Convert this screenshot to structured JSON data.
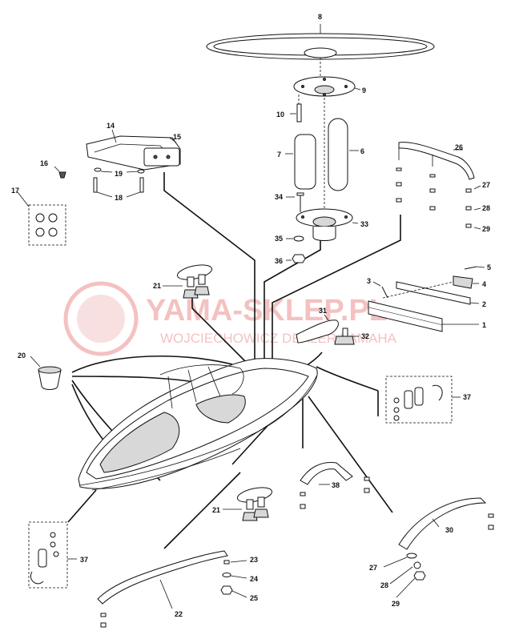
{
  "watermark": {
    "line1": "YAMA-SKLEP.PL",
    "line2": "WOJCIECHOWICZ DEALER YAMAHA",
    "color": "#e05050"
  },
  "callouts": [
    {
      "id": "c1",
      "text": "1"
    },
    {
      "id": "c2",
      "text": "2"
    },
    {
      "id": "c3",
      "text": "3"
    },
    {
      "id": "c4",
      "text": "4"
    },
    {
      "id": "c5",
      "text": "5"
    },
    {
      "id": "c6",
      "text": "6"
    },
    {
      "id": "c7",
      "text": "7"
    },
    {
      "id": "c8",
      "text": "8"
    },
    {
      "id": "c9",
      "text": "9"
    },
    {
      "id": "c10",
      "text": "10"
    },
    {
      "id": "c14",
      "text": "14"
    },
    {
      "id": "c15",
      "text": "15"
    },
    {
      "id": "c16",
      "text": "16"
    },
    {
      "id": "c17",
      "text": "17"
    },
    {
      "id": "c18",
      "text": "18"
    },
    {
      "id": "c19",
      "text": "19"
    },
    {
      "id": "c20",
      "text": "20"
    },
    {
      "id": "c21a",
      "text": "21"
    },
    {
      "id": "c21b",
      "text": "21"
    },
    {
      "id": "c22",
      "text": "22"
    },
    {
      "id": "c23",
      "text": "23"
    },
    {
      "id": "c24",
      "text": "24"
    },
    {
      "id": "c25",
      "text": "25"
    },
    {
      "id": "c26",
      "text": "26"
    },
    {
      "id": "c27a",
      "text": "27"
    },
    {
      "id": "c27b",
      "text": "27"
    },
    {
      "id": "c28a",
      "text": "28"
    },
    {
      "id": "c28b",
      "text": "28"
    },
    {
      "id": "c29a",
      "text": "29"
    },
    {
      "id": "c29b",
      "text": "29"
    },
    {
      "id": "c30",
      "text": "30"
    },
    {
      "id": "c31",
      "text": "31"
    },
    {
      "id": "c32",
      "text": "32"
    },
    {
      "id": "c33",
      "text": "33"
    },
    {
      "id": "c34",
      "text": "34"
    },
    {
      "id": "c35",
      "text": "35"
    },
    {
      "id": "c36",
      "text": "36"
    },
    {
      "id": "c37a",
      "text": "37"
    },
    {
      "id": "c37b",
      "text": "37"
    },
    {
      "id": "c38",
      "text": "38"
    }
  ]
}
